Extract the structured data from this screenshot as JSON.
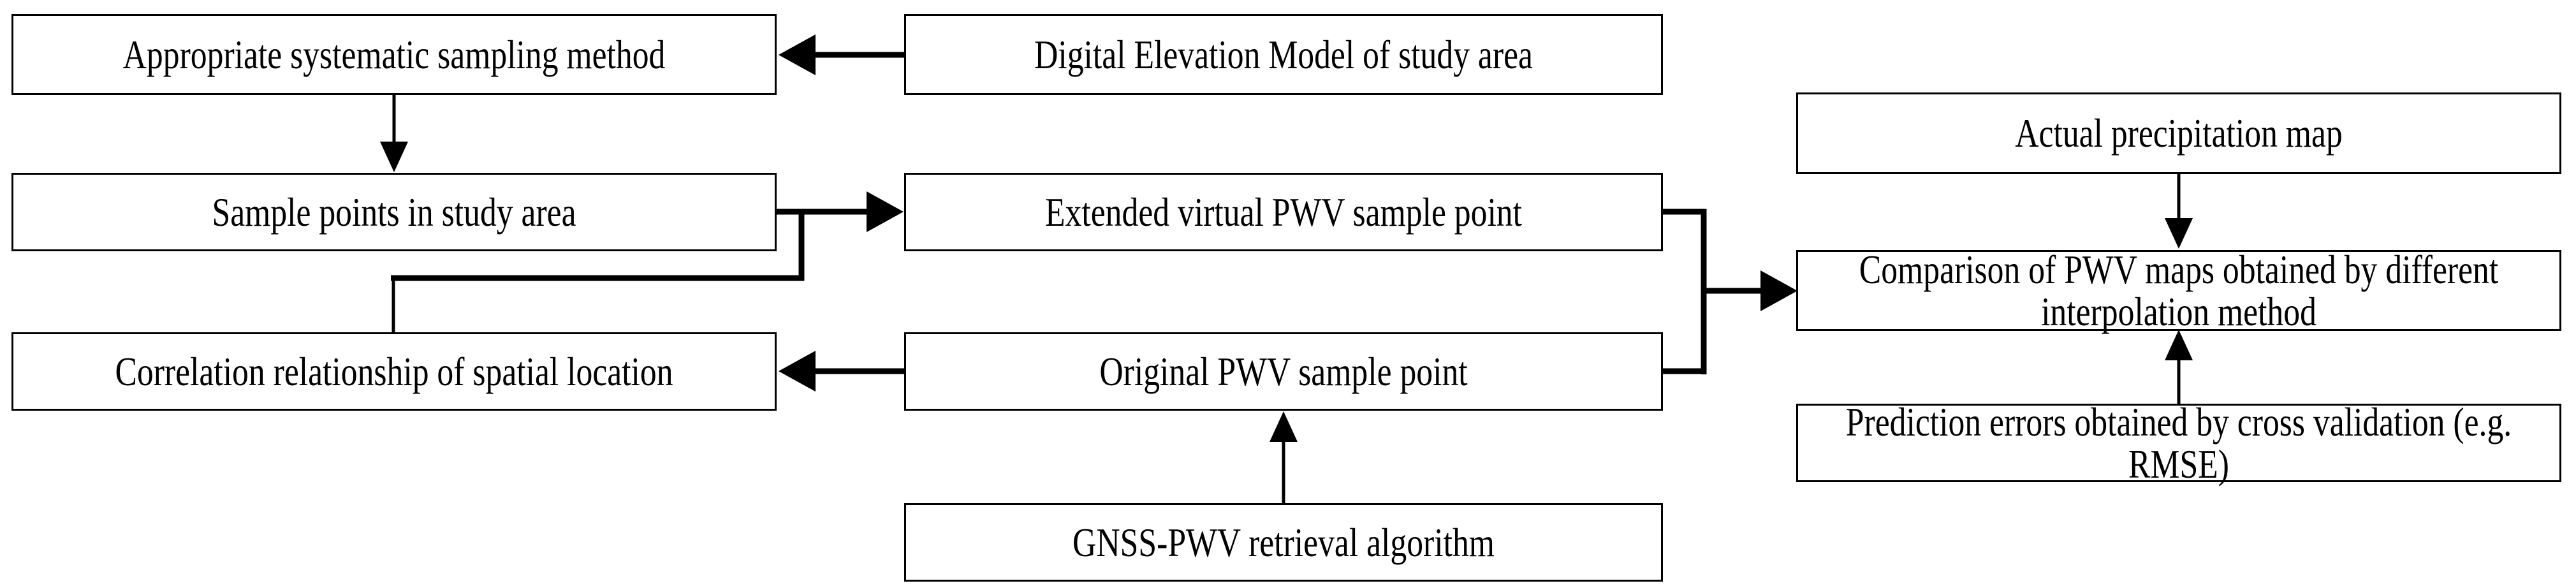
{
  "canvas": {
    "background_color": "#ffffff",
    "line_color": "#000000",
    "box_border_color": "#000000",
    "text_color": "#000000"
  },
  "nodes": {
    "sampling_method": {
      "label": "Appropriate systematic sampling method"
    },
    "dem": {
      "label": "Digital Elevation Model of study area"
    },
    "sample_points": {
      "label": "Sample points in study area"
    },
    "extended_virtual_pwv": {
      "label": "Extended virtual PWV sample point"
    },
    "correlation_relationship": {
      "label": "Correlation relationship of spatial location"
    },
    "original_pwv": {
      "label": "Original PWV sample point"
    },
    "gnss_pwv": {
      "label": "GNSS-PWV retrieval algorithm"
    },
    "actual_precipitation": {
      "label": "Actual precipitation map"
    },
    "comparison": {
      "label": "Comparison of PWV maps obtained by different interpolation method"
    },
    "prediction_errors": {
      "label": "Prediction errors obtained by cross validation (e.g. RMSE)"
    }
  },
  "edges": [
    {
      "from": "dem",
      "to": "sampling_method",
      "style": "thick-arrow-left"
    },
    {
      "from": "sampling_method",
      "to": "sample_points",
      "style": "thin-arrow-down"
    },
    {
      "from": "sample_points",
      "to": "extended_virtual_pwv",
      "style": "thick-arrow-right"
    },
    {
      "from": "sample_points",
      "to": "correlation_relationship",
      "style": "elbow-line-no-head"
    },
    {
      "from": "original_pwv",
      "to": "correlation_relationship",
      "style": "thick-arrow-left"
    },
    {
      "from": "gnss_pwv",
      "to": "original_pwv",
      "style": "thin-arrow-up"
    },
    {
      "from": "extended_virtual_pwv",
      "to": "comparison",
      "style": "merged-bracket-arrow-right"
    },
    {
      "from": "original_pwv",
      "to": "comparison",
      "style": "merged-bracket-arrow-right"
    },
    {
      "from": "actual_precipitation",
      "to": "comparison",
      "style": "thin-arrow-down"
    },
    {
      "from": "prediction_errors",
      "to": "comparison",
      "style": "thin-arrow-up"
    }
  ]
}
